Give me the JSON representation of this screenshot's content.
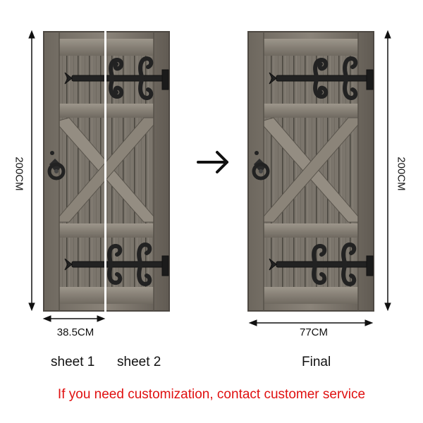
{
  "dimensions": {
    "height_label": "200CM",
    "sheet_width_label": "38.5CM",
    "final_width_label": "77CM"
  },
  "captions": {
    "sheet1": "sheet 1",
    "sheet2": "sheet 2",
    "final": "Final"
  },
  "notice": {
    "text": "If you need customization, contact customer service",
    "color": "#e01010"
  },
  "colors": {
    "wood_dark": "#5e5952",
    "wood_mid": "#7e786f",
    "wood_light": "#a29b90",
    "iron": "#222222",
    "divider": "#ffffff"
  }
}
